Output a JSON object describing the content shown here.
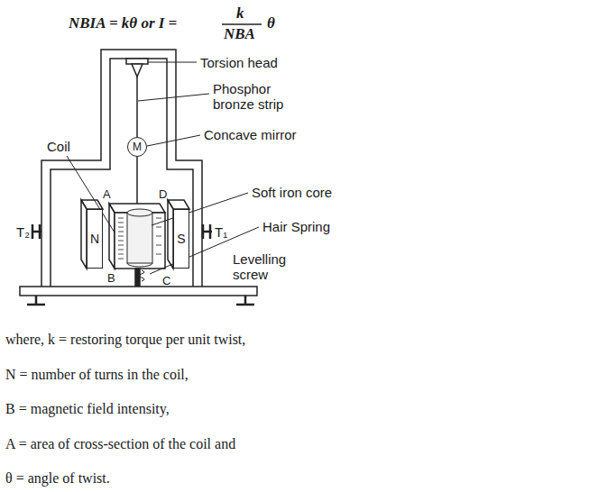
{
  "diagram": {
    "nodes": [
      {
        "text": [
          "M"
        ]
      },
      {
        "text": [
          "N"
        ]
      },
      {
        "text": [
          "S"
        ]
      }
    ],
    "labels": [
      "NBIA = kθ or I =",
      "k",
      "NBA",
      "θ",
      "Torsion head",
      "Phosphor bronze strip",
      "Concave mirror",
      "Coil",
      "Soft iron core",
      "T₂",
      "T₁",
      "Hair Spring",
      "Levelling screw",
      "A",
      "D",
      "B",
      "C",
      "where, k = restoring torque per unit twist,",
      "N = number of turns in the coil,",
      "B = magnetic field intensity,",
      "A = area of cross-section of the coil and",
      "θ = angle of twist."
    ]
  }
}
